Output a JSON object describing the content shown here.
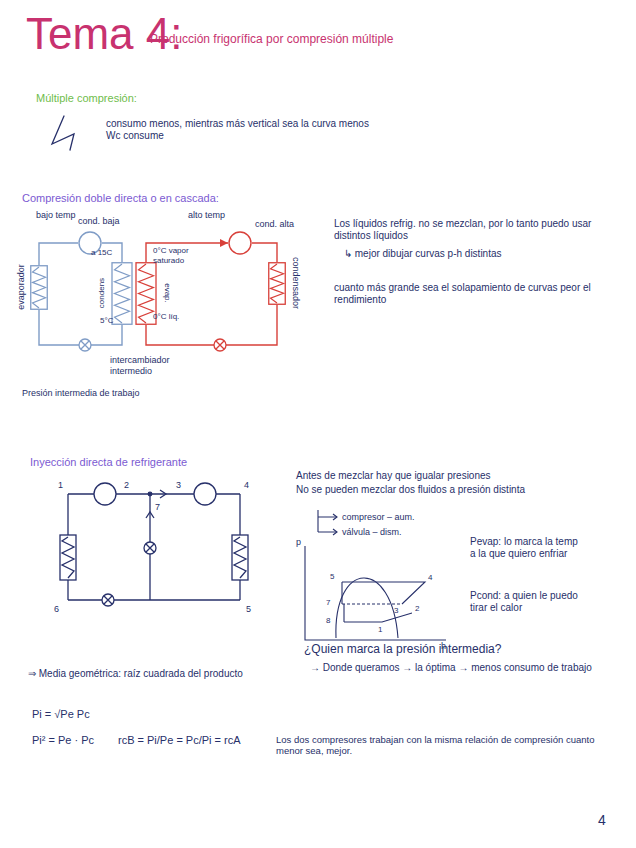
{
  "diagram": {
    "title": "Tema 4:",
    "nodes": [
      {
        "text": [
          "cond. baja"
        ]
      },
      {
        "text": [
          "cond. alta"
        ]
      },
      {
        "text": [
          "evaporador"
        ]
      },
      {
        "text": [
          "condens",
          "evap.",
          "intercambiador intermedio"
        ]
      },
      {
        "text": [
          "condensador"
        ]
      }
    ],
    "edges": [
      {
        "from": 2,
        "to": 0,
        "arrow": "none"
      },
      {
        "from": 0,
        "to": 3,
        "arrow": "none"
      },
      {
        "from": 3,
        "to": 2,
        "arrow": "none"
      },
      {
        "from": 3,
        "to": 1,
        "arrow": "to"
      },
      {
        "from": 1,
        "to": 4,
        "arrow": "none"
      },
      {
        "from": 4,
        "to": 3,
        "arrow": "none"
      }
    ],
    "labels": [
      "Producción frigorífica por compresión múltiple",
      "Múltiple compresión:",
      "consumo menos, mientras más vertical sea la curva menos Wc consume",
      "Compresión doble directa o en cascada:",
      "bajo temp",
      "alto temp",
      "a 15C",
      "0°C vapor saturado",
      "5°C",
      "0°C líq.",
      "Presión intermedia de trabajo",
      "Los líquidos refrig. no se mezclan, por lo tanto puedo usar distintos líquidos",
      "↳ mejor dibujar curvas p-h distintas",
      "cuanto más grande sea el solapamiento de curvas peor el rendimiento",
      "Inyección directa de refrigerante",
      "1",
      "2",
      "3",
      "4",
      "7",
      "6",
      "5",
      "Antes de mezclar hay que igualar presiones",
      "No se pueden mezclar dos fluidos a presión distinta",
      "compresor – aum.",
      "válvula – dism.",
      "p",
      "h",
      "5",
      "4",
      "7",
      "3",
      "2",
      "8",
      "1",
      "Pevap: lo marca la temp a la que quiero enfriar",
      "Pcond: a quien le puedo tirar el calor",
      "¿Quien marca la presión intermedia?",
      "→ Donde queramos → la óptima → menos consumo de trabajo",
      "⇒ Media geométrica: raíz cuadrada del producto",
      "Pi = √Pe Pc",
      "Pi² = Pe · Pc",
      "rcB = Pi/Pe = Pc/Pi = rcA",
      "Los dos compresores trabajan con la misma relación de compresión cuanto menor sea, mejor.",
      "4"
    ]
  }
}
